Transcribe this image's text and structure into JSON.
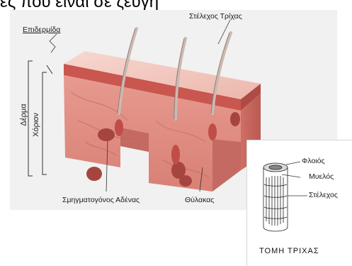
{
  "top_text": "ες που είναι σε ζεύγη",
  "labels": {
    "epidermis": "Επιδερμίδα",
    "hair_shaft": "Στέλεχος Τρίχας",
    "skin": "Δέρμα",
    "dermis": "Χόριον",
    "sebaceous_gland": "Σμηγματογόνος Αδένας",
    "follicle": "Θύλακας"
  },
  "inset": {
    "cortex": "Φλοιός",
    "medulla": "Μυελός",
    "shaft": "Στέλεχος",
    "title": "ΤΟΜΗ ΤΡΙΧΑΣ"
  },
  "colors": {
    "skin_top": "#f3c9c0",
    "skin_front": "#e8948a",
    "skin_side": "#d9776e",
    "epidermis_band": "#c9564f",
    "hair": "#c7b7b0"
  }
}
